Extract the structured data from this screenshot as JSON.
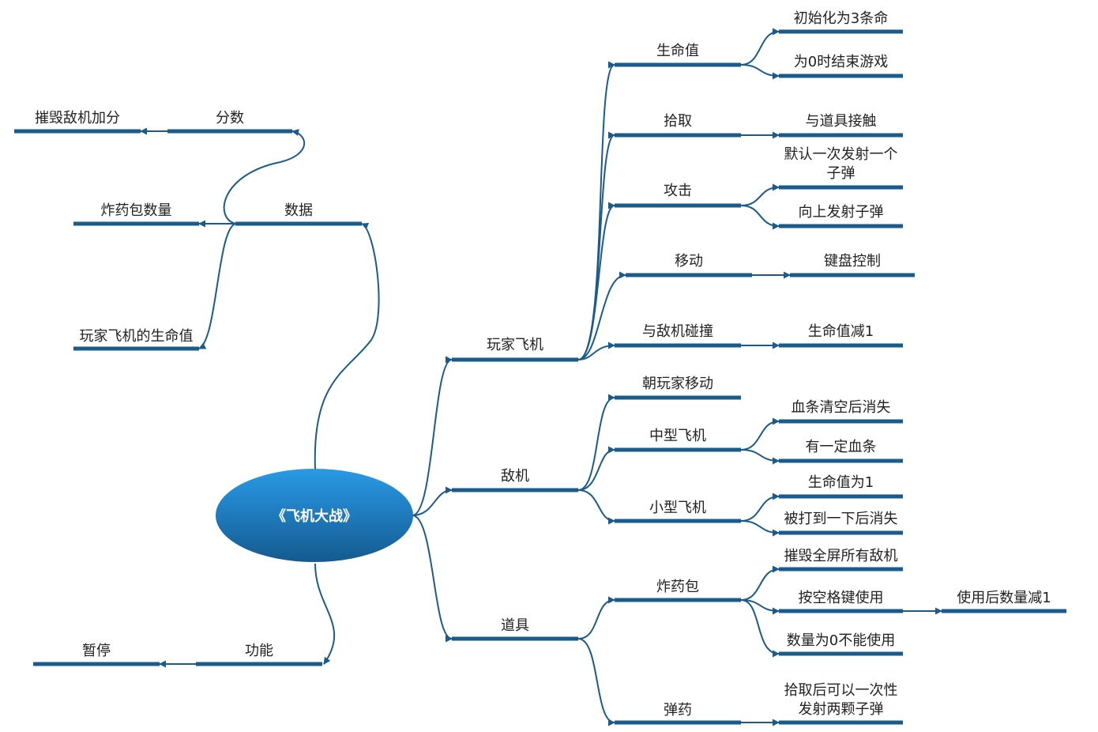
{
  "root": "《飞机大战》",
  "colors": {
    "line": "#1a5b8c",
    "node_top": "#2a9ae6",
    "node_bottom": "#145a90",
    "text": "#222222"
  },
  "branches": {
    "player": {
      "label": "玩家飞机",
      "life": {
        "label": "生命值",
        "a": "初始化为3条命",
        "b": "为0时结束游戏"
      },
      "pickup": {
        "label": "拾取",
        "a": "与道具接触"
      },
      "attack": {
        "label": "攻击",
        "a": "默认一次发射一个子弹",
        "b": "向上发射子弹"
      },
      "move": {
        "label": "移动",
        "a": "键盘控制"
      },
      "collide": {
        "label": "与敌机碰撞",
        "a": "生命值减1"
      }
    },
    "enemy": {
      "label": "敌机",
      "toward": {
        "label": "朝玩家移动"
      },
      "medium": {
        "label": "中型飞机",
        "a": "血条清空后消失",
        "b": "有一定血条"
      },
      "small": {
        "label": "小型飞机",
        "a": "生命值为1",
        "b": "被打到一下后消失"
      }
    },
    "items": {
      "label": "道具",
      "bomb": {
        "label": "炸药包",
        "a": "摧毁全屏所有敌机",
        "b": "按空格键使用",
        "b_child": "使用后数量减1",
        "c": "数量为0不能使用"
      },
      "ammo": {
        "label": "弹药",
        "a": "拾取后可以一次性发射两颗子弹"
      }
    },
    "data": {
      "label": "数据",
      "score": {
        "label": "分数",
        "a": "摧毁敌机加分"
      },
      "bombcount": {
        "label": "炸药包数量"
      },
      "playerlife": {
        "label": "玩家飞机的生命值"
      }
    },
    "func": {
      "label": "功能",
      "pause": {
        "label": "暂停"
      }
    }
  }
}
